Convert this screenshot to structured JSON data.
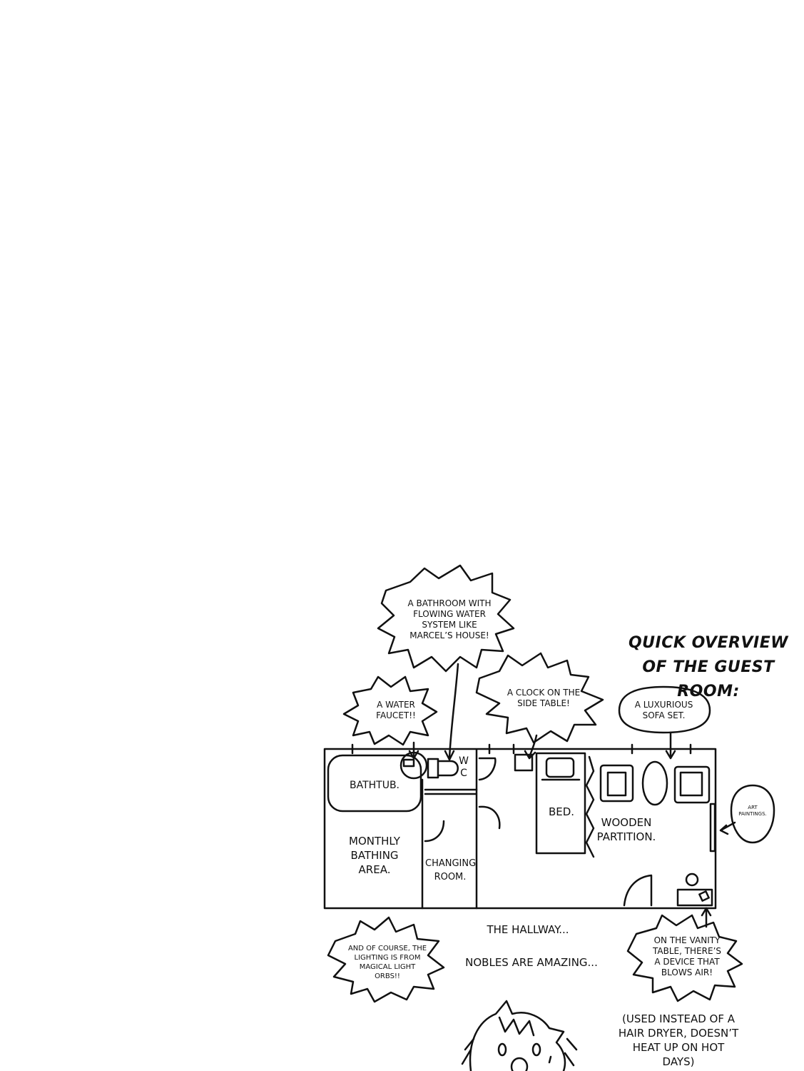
{
  "title": "QUICK OVERVIEW\nOF THE GUEST ROOM:",
  "callouts": {
    "bathroom": "A BATHROOM WITH\nFLOWING WATER\nSYSTEM LIKE\nMARCEL’S HOUSE!",
    "faucet": "A WATER\nFAUCET!!",
    "clock": "A CLOCK ON THE\nSIDE TABLE!",
    "sofa": "A LUXURIOUS\nSOFA SET.",
    "art": "ART\nPAINTINGS.",
    "lighting": "AND OF COURSE, THE\nLIGHTING IS FROM\nMAGICAL LIGHT\nORBS!!",
    "vanity": "ON THE VANITY\nTABLE, THERE’S\nA DEVICE THAT\nBLOWS AIR!"
  },
  "rooms": {
    "wc": "W\nC",
    "bathtub": "BATHTUB.",
    "bathing": "MONTHLY\nBATHING\nAREA.",
    "changing": "CHANGING\nROOM.",
    "bed": "BED.",
    "partition": "WOODEN\nPARTITION."
  },
  "notes": {
    "hallway": "THE HALLWAY...",
    "nobles": "NOBLES ARE AMAZING...",
    "dryer": "(USED INSTEAD OF A\nHAIR DRYER, DOESN’T\nHEAT UP ON HOT\nDAYS)"
  }
}
